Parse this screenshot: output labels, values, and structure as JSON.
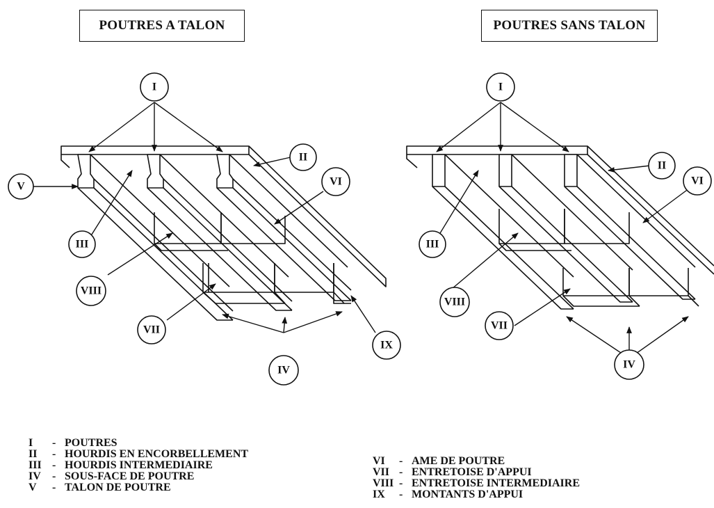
{
  "titles": {
    "left": "POUTRES A TALON",
    "right": "POUTRES SANS TALON"
  },
  "labels": {
    "I": "I",
    "II": "II",
    "III": "III",
    "IV": "IV",
    "V": "V",
    "VI": "VI",
    "VII": "VII",
    "VIII": "VIII",
    "IX": "IX"
  },
  "legend_left": [
    {
      "num": "I",
      "text": "POUTRES"
    },
    {
      "num": "II",
      "text": "HOURDIS EN ENCORBELLEMENT"
    },
    {
      "num": "III",
      "text": "HOURDIS INTERMEDIAIRE"
    },
    {
      "num": "IV",
      "text": "SOUS-FACE DE POUTRE"
    },
    {
      "num": "V",
      "text": "TALON DE POUTRE"
    }
  ],
  "legend_right": [
    {
      "num": "VI",
      "text": "AME DE POUTRE"
    },
    {
      "num": "VII",
      "text": "ENTRETOISE D'APPUI"
    },
    {
      "num": "VIII",
      "text": "ENTRETOISE INTERMEDIAIRE"
    },
    {
      "num": "IX",
      "text": "MONTANTS D'APPUI"
    }
  ]
}
